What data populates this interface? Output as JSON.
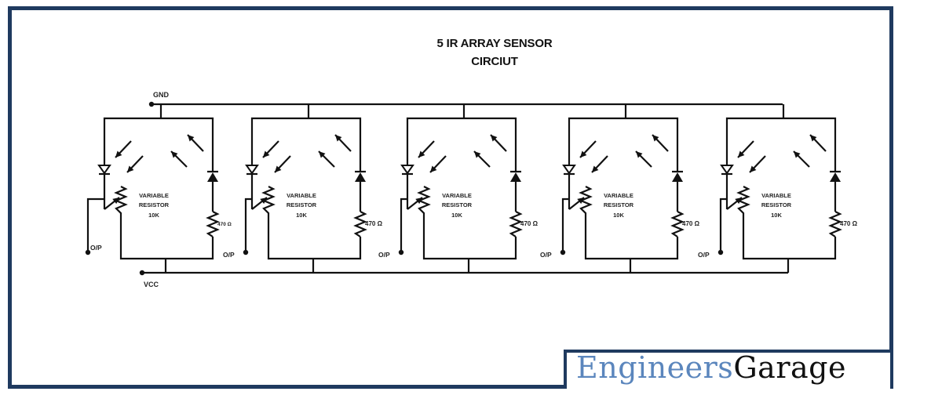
{
  "diagram": {
    "title_line1": "5 IR ARRAY SENSOR",
    "title_line2": "CIRCIUT",
    "gnd_label": "GND",
    "vcc_label": "VCC",
    "sensor_count": 5,
    "sensors": [
      {
        "pot_line1": "VARIABLE",
        "pot_line2": "RESISTOR",
        "pot_line3": "10K",
        "resistor_label": "470 Ω",
        "output_label": "O/P"
      },
      {
        "pot_line1": "VARIABLE",
        "pot_line2": "RESISTOR",
        "pot_line3": "10K",
        "resistor_label": "470 Ω",
        "output_label": "O/P"
      },
      {
        "pot_line1": "VARIABLE",
        "pot_line2": "RESISTOR",
        "pot_line3": "10K",
        "resistor_label": "470 Ω",
        "output_label": "O/P"
      },
      {
        "pot_line1": "VARIABLE",
        "pot_line2": "RESISTOR",
        "pot_line3": "10K",
        "resistor_label": "470 Ω",
        "output_label": "O/P"
      },
      {
        "pot_line1": "VARIABLE",
        "pot_line2": "RESISTOR",
        "pot_line3": "10K",
        "resistor_label": "470 Ω",
        "output_label": "O/P"
      }
    ]
  },
  "logo": {
    "part1": "Engineers",
    "part2": "Garage",
    "color_part1": "#5b86bd",
    "color_part2": "#111111",
    "frame_color": "#1f3a5f"
  }
}
